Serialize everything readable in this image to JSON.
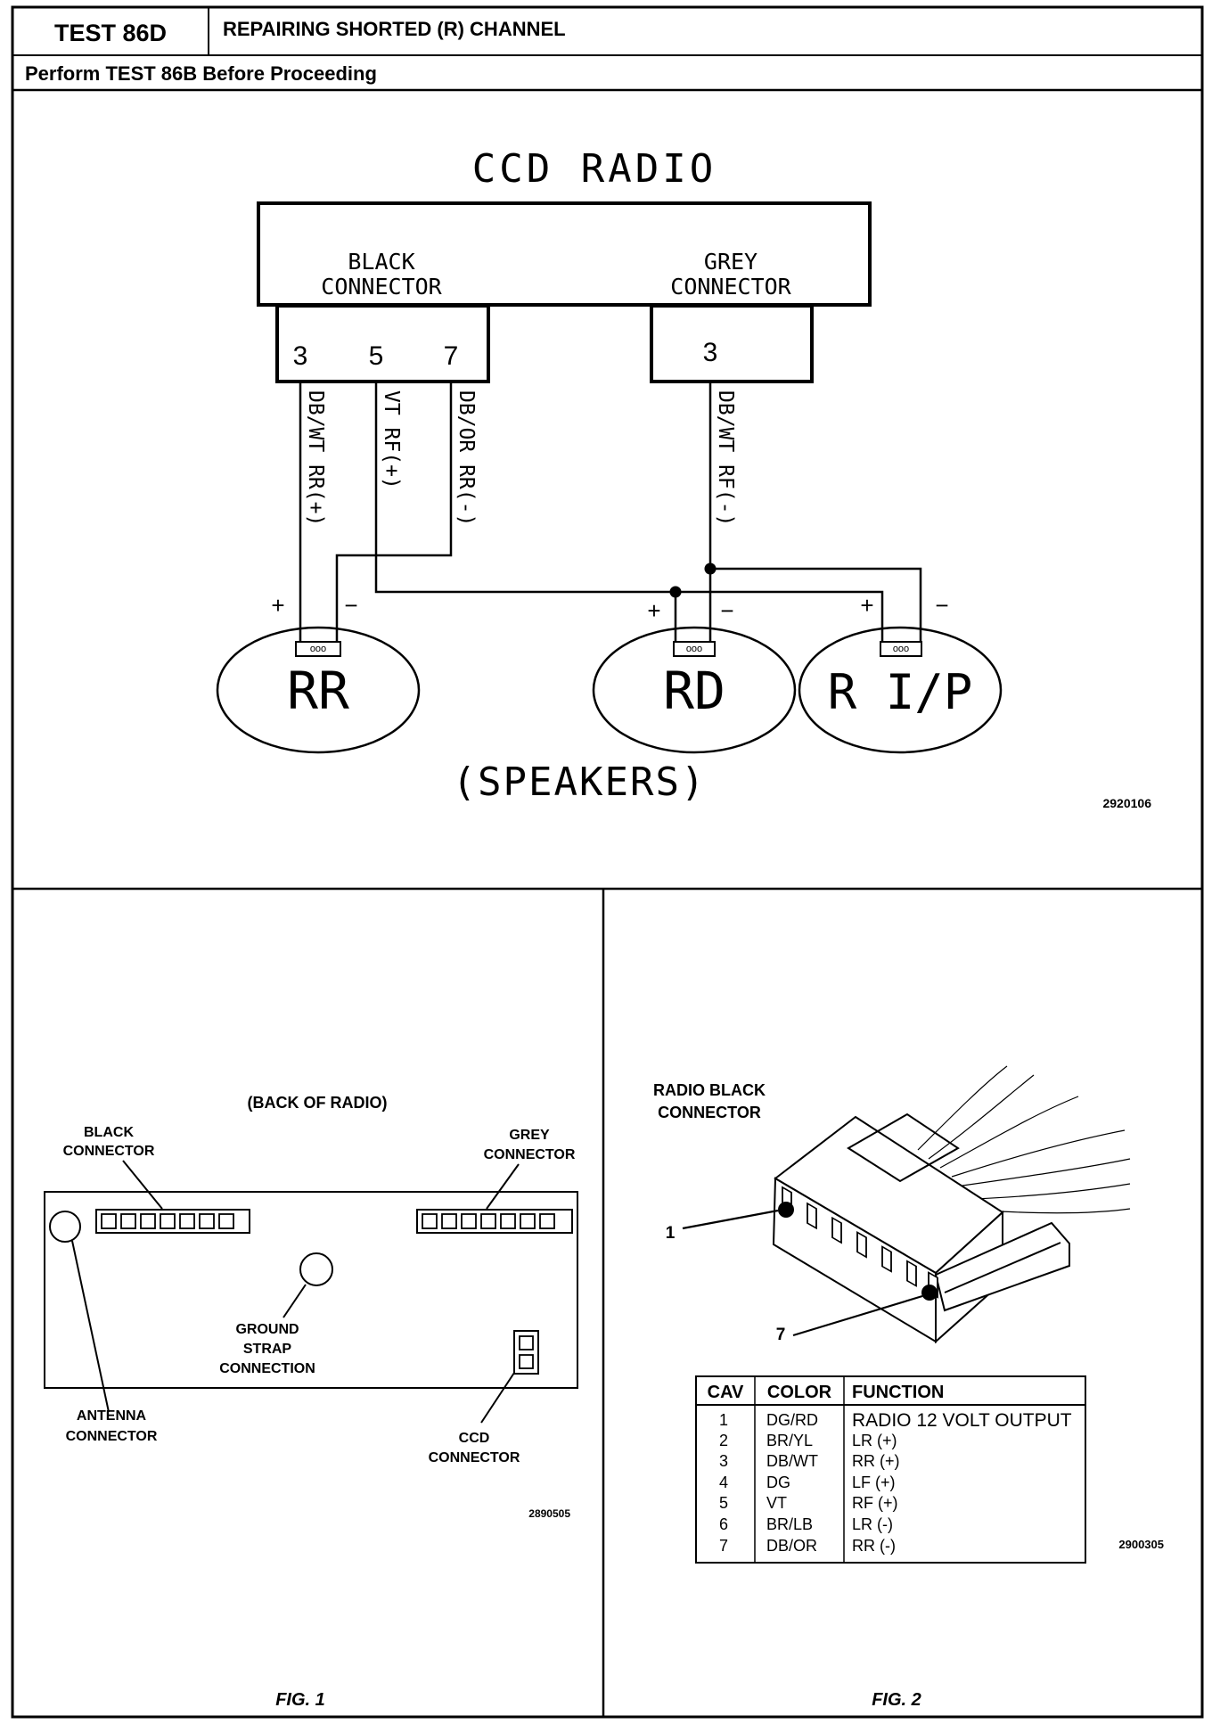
{
  "header": {
    "test_id": "TEST 86D",
    "title": "REPAIRING SHORTED (R) CHANNEL",
    "subtitle": "Perform TEST 86B Before Proceeding"
  },
  "schematic": {
    "radio_label": "CCD RADIO",
    "black_connector": {
      "line1": "BLACK",
      "line2": "CONNECTOR",
      "pins": [
        "3",
        "5",
        "7"
      ]
    },
    "grey_connector": {
      "line1": "GREY",
      "line2": "CONNECTOR",
      "pins": [
        "3"
      ]
    },
    "wires": [
      "DB/WT RR(+)",
      "VT RF(+)",
      "DB/OR RR(-)",
      "DB/WT RF(-)"
    ],
    "speakers": [
      "RR",
      "RD",
      "R I/P"
    ],
    "plus": "+",
    "minus": "−",
    "speakers_caption": "(SPEAKERS)",
    "figure_number": "2920106"
  },
  "fig1": {
    "title": "(BACK OF RADIO)",
    "black_connector": {
      "line1": "BLACK",
      "line2": "CONNECTOR"
    },
    "grey_connector": {
      "line1": "GREY",
      "line2": "CONNECTOR"
    },
    "ground_strap": {
      "line1": "GROUND",
      "line2": "STRAP",
      "line3": "CONNECTION"
    },
    "antenna_connector": {
      "line1": "ANTENNA",
      "line2": "CONNECTOR"
    },
    "ccd_connector": {
      "line1": "CCD",
      "line2": "CONNECTOR"
    },
    "figure_number": "2890505",
    "caption": "FIG. 1"
  },
  "fig2": {
    "title": {
      "line1": "RADIO BLACK",
      "line2": "CONNECTOR"
    },
    "pin_callouts": [
      "1",
      "7"
    ],
    "table": {
      "headers": [
        "CAV",
        "COLOR",
        "FUNCTION"
      ],
      "rows": [
        [
          "1",
          "DG/RD",
          "RADIO 12 VOLT OUTPUT"
        ],
        [
          "2",
          "BR/YL",
          "LR (+)"
        ],
        [
          "3",
          "DB/WT",
          "RR (+)"
        ],
        [
          "4",
          "DG",
          "LF (+)"
        ],
        [
          "5",
          "VT",
          "RF (+)"
        ],
        [
          "6",
          "BR/LB",
          "LR (-)"
        ],
        [
          "7",
          "DB/OR",
          "RR (-)"
        ]
      ]
    },
    "figure_number": "2900305",
    "caption": "FIG. 2"
  }
}
